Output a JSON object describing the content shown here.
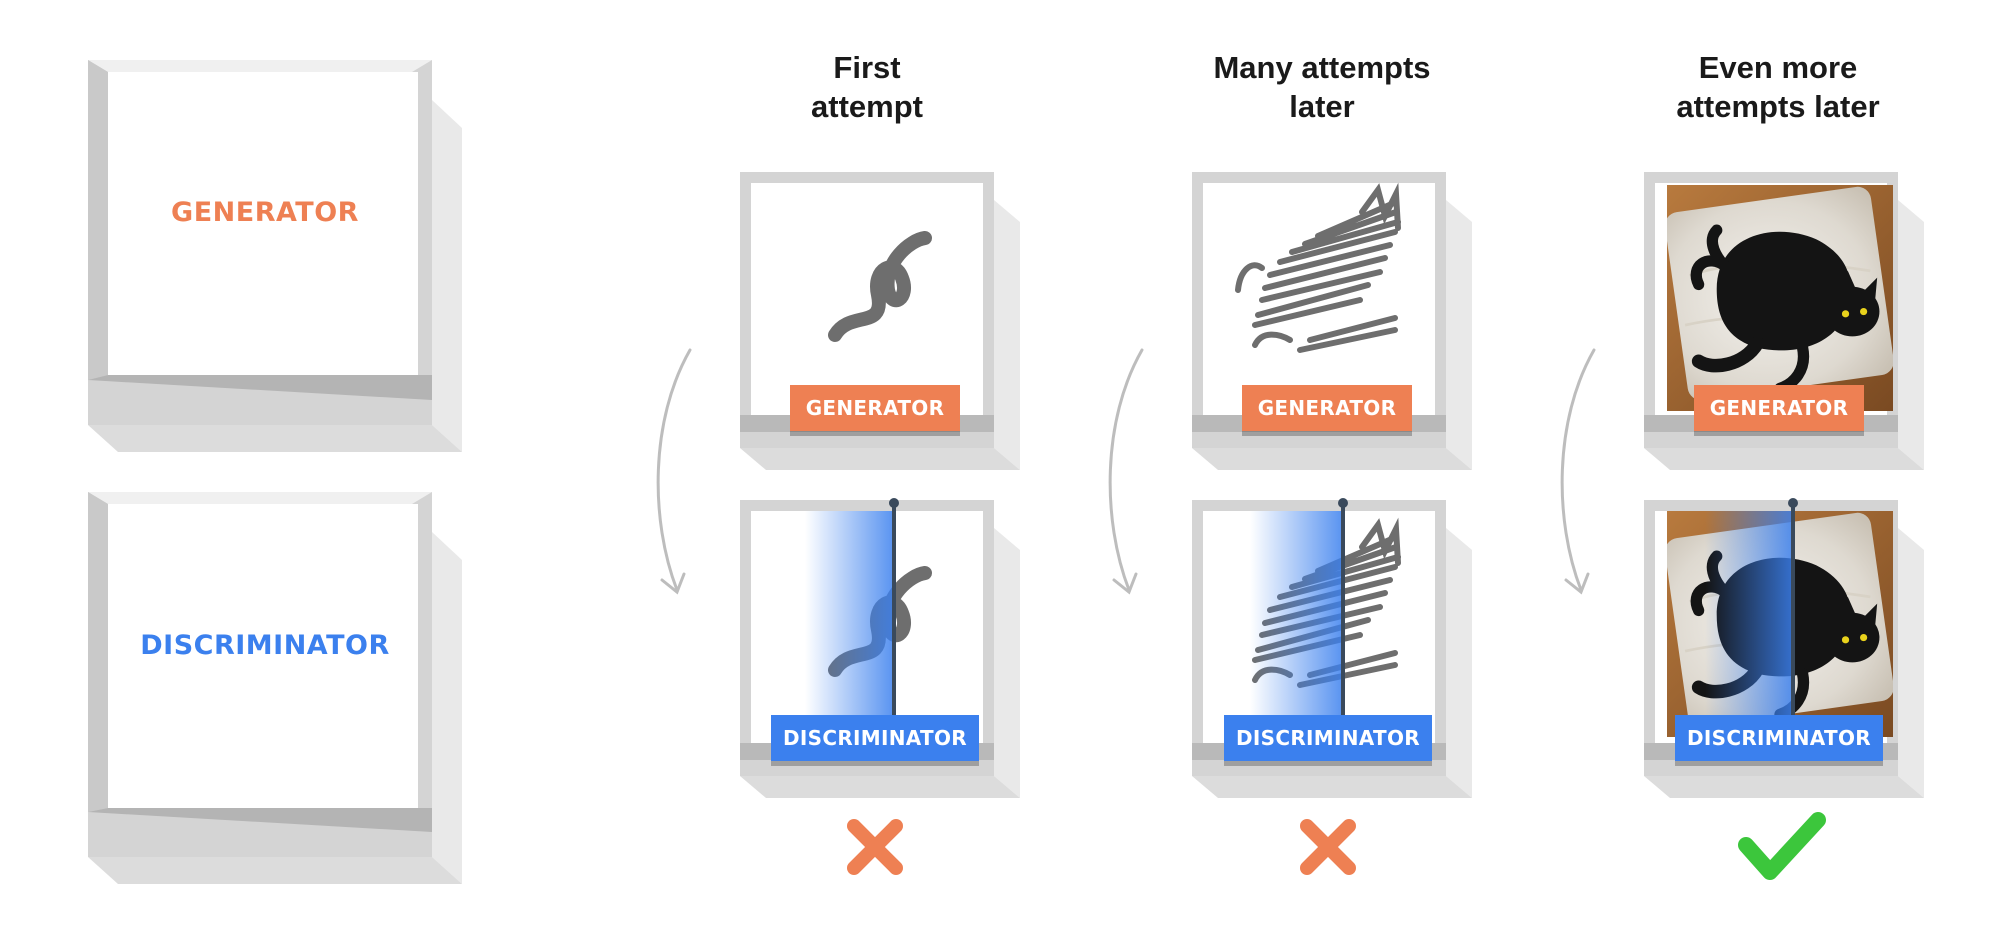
{
  "legend": {
    "generator_label": "GENERATOR",
    "discriminator_label": "DISCRIMINATOR"
  },
  "columns": [
    {
      "title_line1": "First",
      "title_line2": "attempt",
      "generator_tag": "GENERATOR",
      "discriminator_tag": "DISCRIMINATOR",
      "generated_image": "squiggle-drawing",
      "verdict": "rejected",
      "verdict_icon": "x-mark-icon"
    },
    {
      "title_line1": "Many attempts",
      "title_line2": "later",
      "generator_tag": "GENERATOR",
      "discriminator_tag": "DISCRIMINATOR",
      "generated_image": "scribbled-cat-sketch",
      "verdict": "rejected",
      "verdict_icon": "x-mark-icon"
    },
    {
      "title_line1": "Even more",
      "title_line2": "attempts later",
      "generator_tag": "GENERATOR",
      "discriminator_tag": "DISCRIMINATOR",
      "generated_image": "black-cat-photo",
      "verdict": "accepted",
      "verdict_icon": "check-mark-icon"
    }
  ],
  "colors": {
    "generator": "#ee8053",
    "discriminator": "#3b80ee",
    "reject": "#ee8053",
    "accept": "#3cc63c",
    "arrow": "#bdbdbd"
  }
}
